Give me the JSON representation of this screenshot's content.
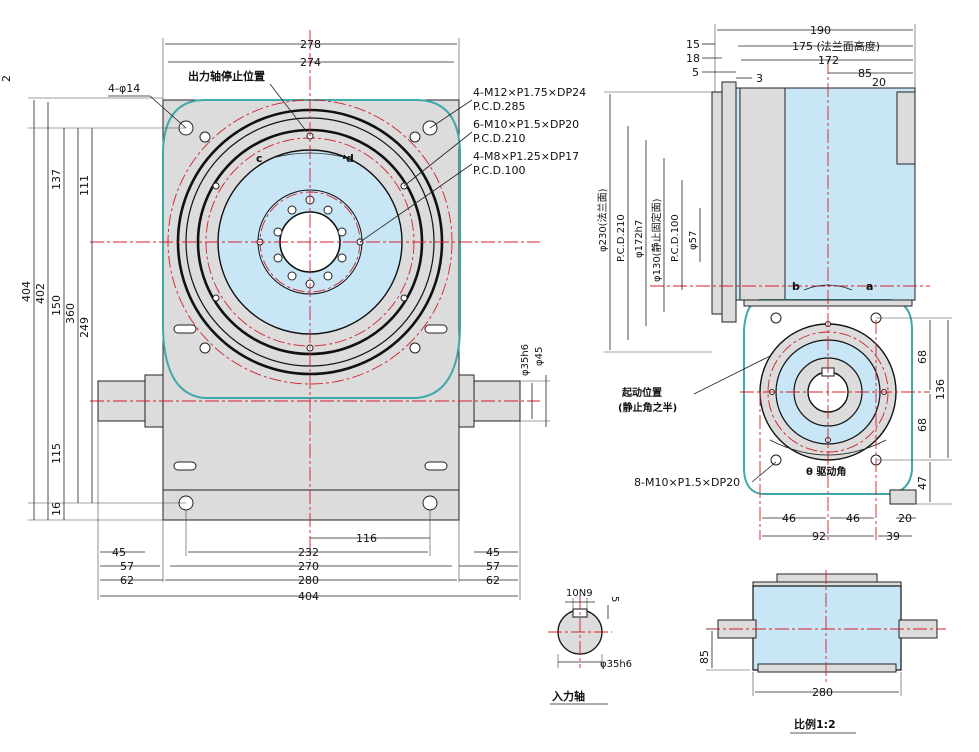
{
  "front_view": {
    "top_dims": [
      "278",
      "274"
    ],
    "left_dims": [
      "404",
      "402",
      "360",
      "150",
      "137",
      "111",
      "249",
      "115",
      "16"
    ],
    "corner_dim": "2",
    "bottom_dims": [
      "116",
      "232",
      "270",
      "280",
      "404"
    ],
    "left_shaft_dims": [
      "45",
      "57",
      "62"
    ],
    "right_shaft_dims": [
      "45",
      "57",
      "62"
    ],
    "callouts": {
      "mount_holes": "4-φ14",
      "output_stop": "出力轴停止位置",
      "tap1": "4-M12×P1.75×DP24",
      "pcd1": "P.C.D.285",
      "tap2": "6-M10×P1.5×DP20",
      "pcd2": "P.C.D.210",
      "tap3": "4-M8×P1.25×DP17",
      "pcd3": "P.C.D.100"
    },
    "rotation_labels": [
      "c",
      "d"
    ],
    "shaft_dims": [
      "φ35h6",
      "φ45"
    ]
  },
  "side_view": {
    "top_dims": [
      "190",
      "175 (法兰面高度)",
      "172",
      "85",
      "15",
      "18",
      "5",
      "3",
      "20"
    ],
    "diameters": [
      "φ230(法兰面)",
      "P.C.D.210",
      "φ172h7",
      "φ130(静止固定面)",
      "P.C.D.100",
      "φ57"
    ],
    "right_dims": [
      "68",
      "136",
      "68",
      "47"
    ],
    "bottom_dims": [
      "46",
      "46",
      "92",
      "39",
      "20"
    ],
    "rotation_labels": [
      "b",
      "a"
    ],
    "start_position": "起动位置",
    "start_position_note": "(静止角之半)",
    "drive_angle": "θ 驱动角",
    "tap": "8-M10×P1.5×DP20"
  },
  "input_shaft": {
    "key_dim": "10N9",
    "depth_dim": "5",
    "diameter": "φ35h6",
    "title": "入力轴"
  },
  "bottom_view": {
    "height_dim": "85",
    "width_dim": "280",
    "scale": "比例1:2"
  }
}
